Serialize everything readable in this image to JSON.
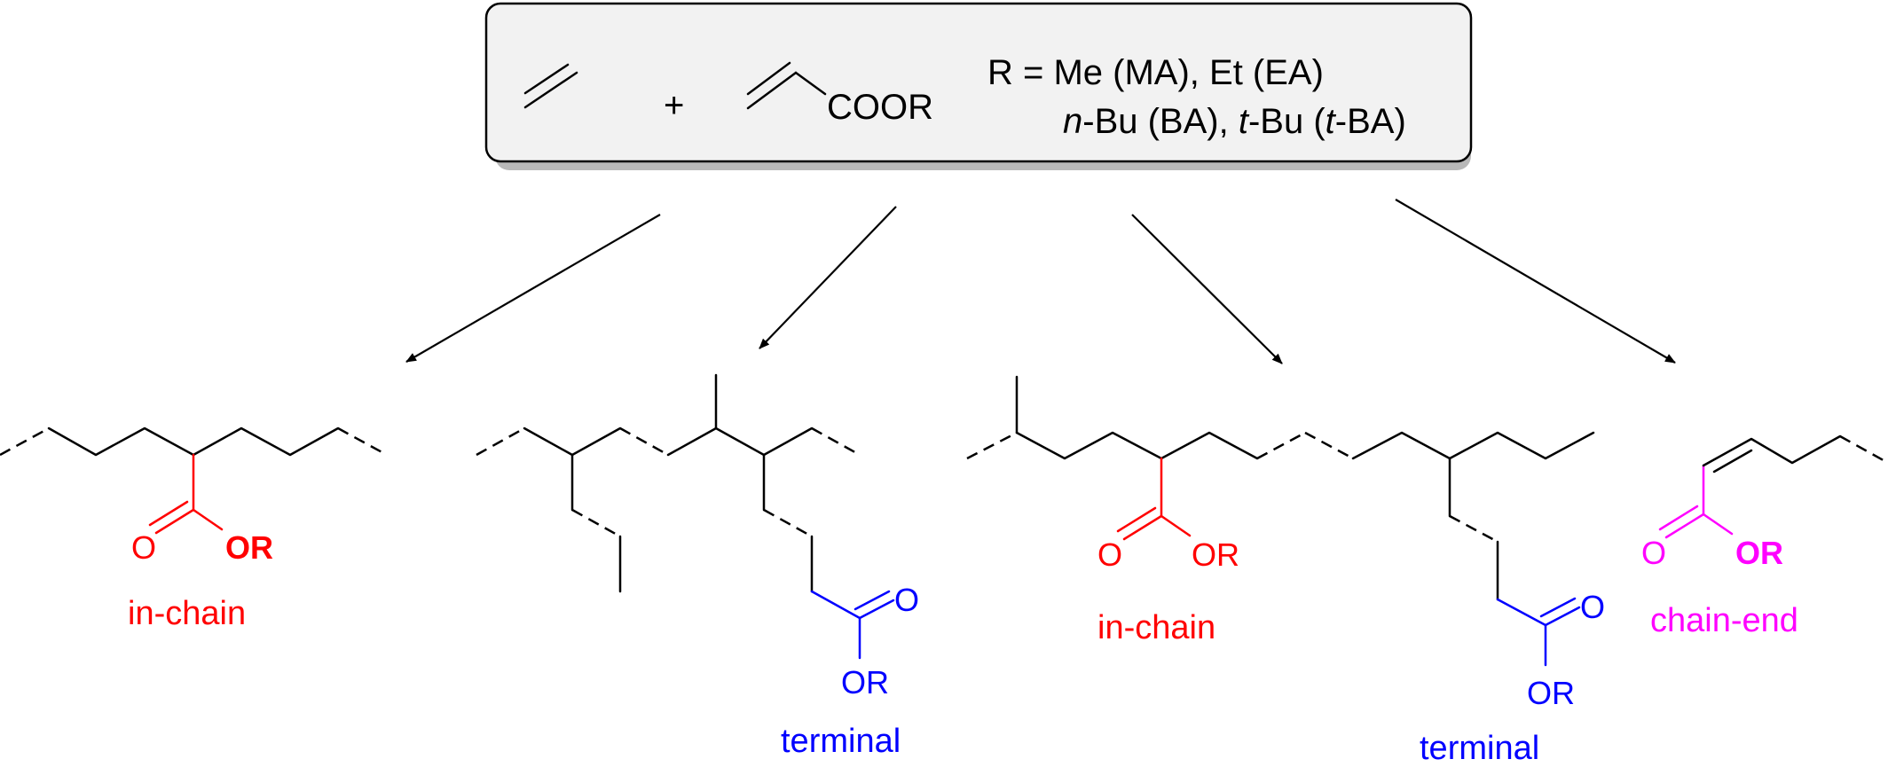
{
  "reactants": {
    "plus": "+",
    "acrylate_group": "COOR",
    "r_definition_line1": "R = Me (MA), Et (EA)",
    "r_definition_line2": {
      "part1": "n",
      "part2": "-Bu (BA), ",
      "part3": "t",
      "part4": "-Bu (",
      "part5": "t",
      "part6": "-BA)"
    }
  },
  "products": [
    {
      "atoms": {
        "carbonyl_o": "O",
        "ester_or": "OR"
      },
      "labels": [
        "in-chain"
      ],
      "color": "#ff0000"
    },
    {
      "atoms": {
        "carbonyl_o": "O",
        "ester_or": "OR"
      },
      "labels": [
        "terminal"
      ],
      "color": "#0000ff"
    },
    {
      "atoms": {
        "carbonyl_o_red": "O",
        "ester_or_red": "OR",
        "carbonyl_o_blue": "O",
        "ester_or_blue": "OR"
      },
      "labels": [
        "in-chain",
        "terminal"
      ],
      "colors": [
        "#ff0000",
        "#0000ff"
      ]
    },
    {
      "atoms": {
        "carbonyl_o": "O",
        "ester_or": "OR"
      },
      "labels": [
        "chain-end"
      ],
      "color": "#ff00ff"
    }
  ],
  "colors": {
    "in_chain": "#ff0000",
    "terminal": "#0000ff",
    "chain_end": "#ff00ff",
    "box_border": "#000000",
    "box_fill": "#f2f2f2",
    "box_shadow": "#b8b8b8"
  }
}
